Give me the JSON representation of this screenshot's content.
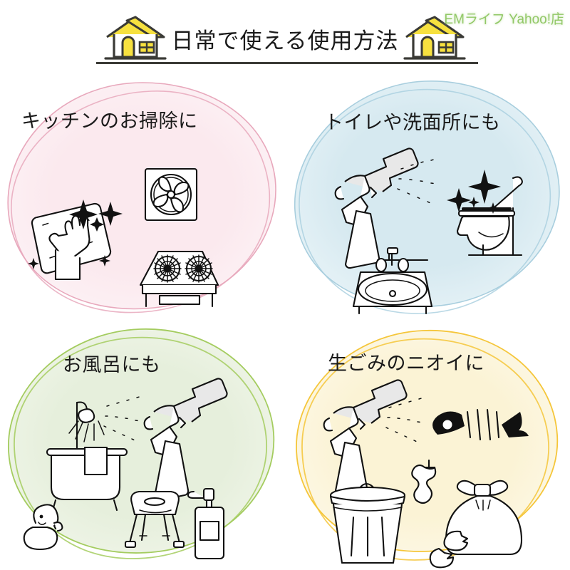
{
  "header": {
    "title": "日常で使える使用方法",
    "watermark": "EMライフ Yahoo!店",
    "house_left_icon": "house-icon",
    "house_right_icon": "house-icon"
  },
  "colors": {
    "roof_yellow": "#F7E13F",
    "outline_dark": "#3A3A36",
    "watermark_green": "#7FBF4D",
    "pink_fill": "#FBE9EE",
    "pink_stroke": "#E8A8BC",
    "blue_fill": "#D6E9F0",
    "blue_stroke": "#A8CEDE",
    "green_fill": "#E6EFDC",
    "green_stroke": "#A4CC5F",
    "yellow_fill": "#FBF3D5",
    "yellow_stroke": "#F5C63A",
    "ink": "#111111"
  },
  "panels": [
    {
      "id": "kitchen",
      "label": "キッチンのお掃除に",
      "fill": "#FBE9EE",
      "stroke": "#E8A8BC",
      "icons": [
        "wiping-hand-cloth-icon",
        "sparkle-icon",
        "ventilation-fan-icon",
        "gas-stove-icon"
      ]
    },
    {
      "id": "toilet-washroom",
      "label": "トイレや洗面所にも",
      "fill": "#D6E9F0",
      "stroke": "#A8CEDE",
      "icons": [
        "spray-bottle-hand-icon",
        "spray-mist-icon",
        "toilet-icon",
        "sparkle-icon",
        "sink-icon"
      ]
    },
    {
      "id": "bathroom",
      "label": "お風呂にも",
      "fill": "#E6EFDC",
      "stroke": "#A4CC5F",
      "icons": [
        "shower-head-icon",
        "bathtub-icon",
        "spray-bottle-hand-icon",
        "spray-mist-icon",
        "rubber-duck-icon",
        "bath-stool-icon",
        "pump-dispenser-icon"
      ]
    },
    {
      "id": "food-waste-odor",
      "label": "生ごみのニオイに",
      "fill": "#FBF3D5",
      "stroke": "#F5C63A",
      "icons": [
        "spray-bottle-hand-icon",
        "spray-mist-icon",
        "fish-bone-icon",
        "apple-core-icon",
        "trash-can-icon",
        "garbage-bag-icon",
        "eggshell-icon"
      ]
    }
  ]
}
